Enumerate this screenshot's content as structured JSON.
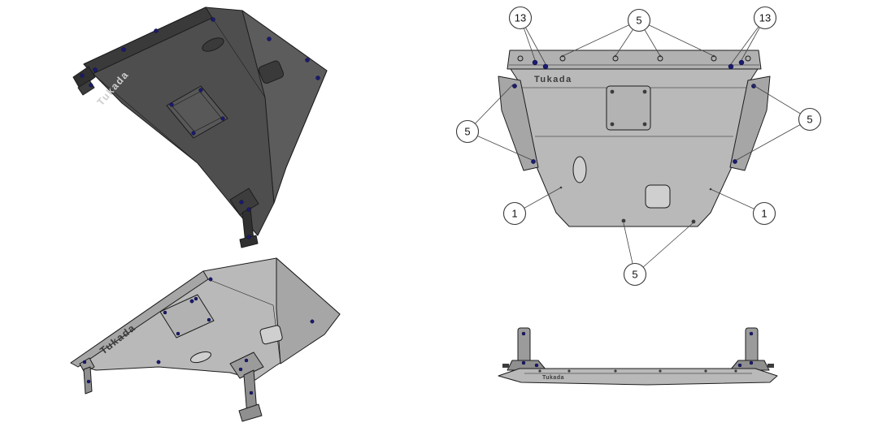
{
  "drawing": {
    "brand": "Tukada",
    "callouts": {
      "flange_bolts_left": "13",
      "flange_holes_top": "5",
      "flange_bolts_right": "13",
      "wing_left": "5",
      "wing_right": "5",
      "main_plate_left": "1",
      "main_plate_right": "1",
      "bottom_holes": "5"
    },
    "colors": {
      "background": "#ffffff",
      "plate_dark": "#4e4e4e",
      "plate_dark_shade": "#3a3a3a",
      "plate_dark_light": "#5c5c5c",
      "plate_light": "#b9b9b9",
      "plate_light_shade": "#a6a6a6",
      "hole_light": "#cfcfcf",
      "bolt_blue": "#1b1b6f",
      "line": "#1c1c1c"
    }
  }
}
